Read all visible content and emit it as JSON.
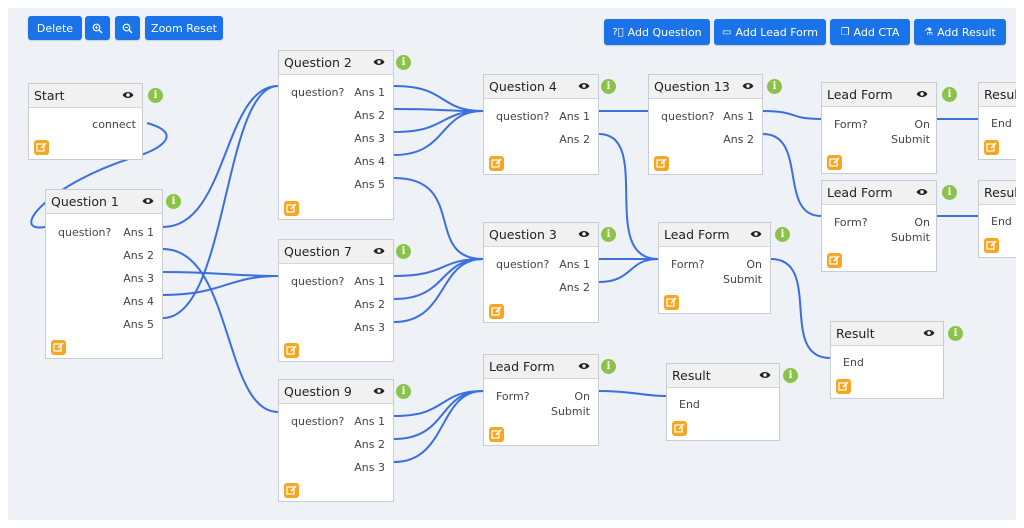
{
  "toolbar": {
    "delete": "Delete",
    "zoom_in_icon": "zoom-in-icon",
    "zoom_out_icon": "zoom-out-icon",
    "zoom_reset": "Zoom Reset",
    "add_question": "Add Question",
    "add_lead_form": "Add Lead Form",
    "add_cta": "Add CTA",
    "add_result": "Add Result"
  },
  "nodes": {
    "start": {
      "title": "Start",
      "out1": "connect"
    },
    "q1": {
      "title": "Question 1",
      "in": "question?",
      "out1": "Ans 1",
      "out2": "Ans 2",
      "out3": "Ans 3",
      "out4": "Ans 4",
      "out5": "Ans 5"
    },
    "q2": {
      "title": "Question 2",
      "in": "question?",
      "out1": "Ans 1",
      "out2": "Ans 2",
      "out3": "Ans 3",
      "out4": "Ans 4",
      "out5": "Ans 5"
    },
    "q7": {
      "title": "Question 7",
      "in": "question?",
      "out1": "Ans 1",
      "out2": "Ans 2",
      "out3": "Ans 3"
    },
    "q9": {
      "title": "Question 9",
      "in": "question?",
      "out1": "Ans 1",
      "out2": "Ans 2",
      "out3": "Ans 3"
    },
    "q4": {
      "title": "Question 4",
      "in": "question?",
      "out1": "Ans 1",
      "out2": "Ans 2"
    },
    "q3": {
      "title": "Question 3",
      "in": "question?",
      "out1": "Ans 1",
      "out2": "Ans 2"
    },
    "lfa": {
      "title": "Lead Form",
      "in": "Form?",
      "out1": "On",
      "out2": "Submit"
    },
    "q13": {
      "title": "Question 13",
      "in": "question?",
      "out1": "Ans 1",
      "out2": "Ans 2"
    },
    "lfb": {
      "title": "Lead Form",
      "in": "Form?",
      "out1": "On",
      "out2": "Submit"
    },
    "ra": {
      "title": "Result",
      "in": "End"
    },
    "lfc": {
      "title": "Lead Form",
      "in": "Form?",
      "out1": "On",
      "out2": "Submit"
    },
    "lfd": {
      "title": "Lead Form",
      "in": "Form?",
      "out1": "On",
      "out2": "Submit"
    },
    "rb": {
      "title": "Result",
      "in": "End"
    },
    "rc": {
      "title": "Resul",
      "in": "End"
    },
    "rd": {
      "title": "Resul",
      "in": "End"
    }
  },
  "colors": {
    "accent": "#1a73e8",
    "wire": "#3b6fe0",
    "edit": "#f5a623",
    "info": "#8bc34a"
  }
}
